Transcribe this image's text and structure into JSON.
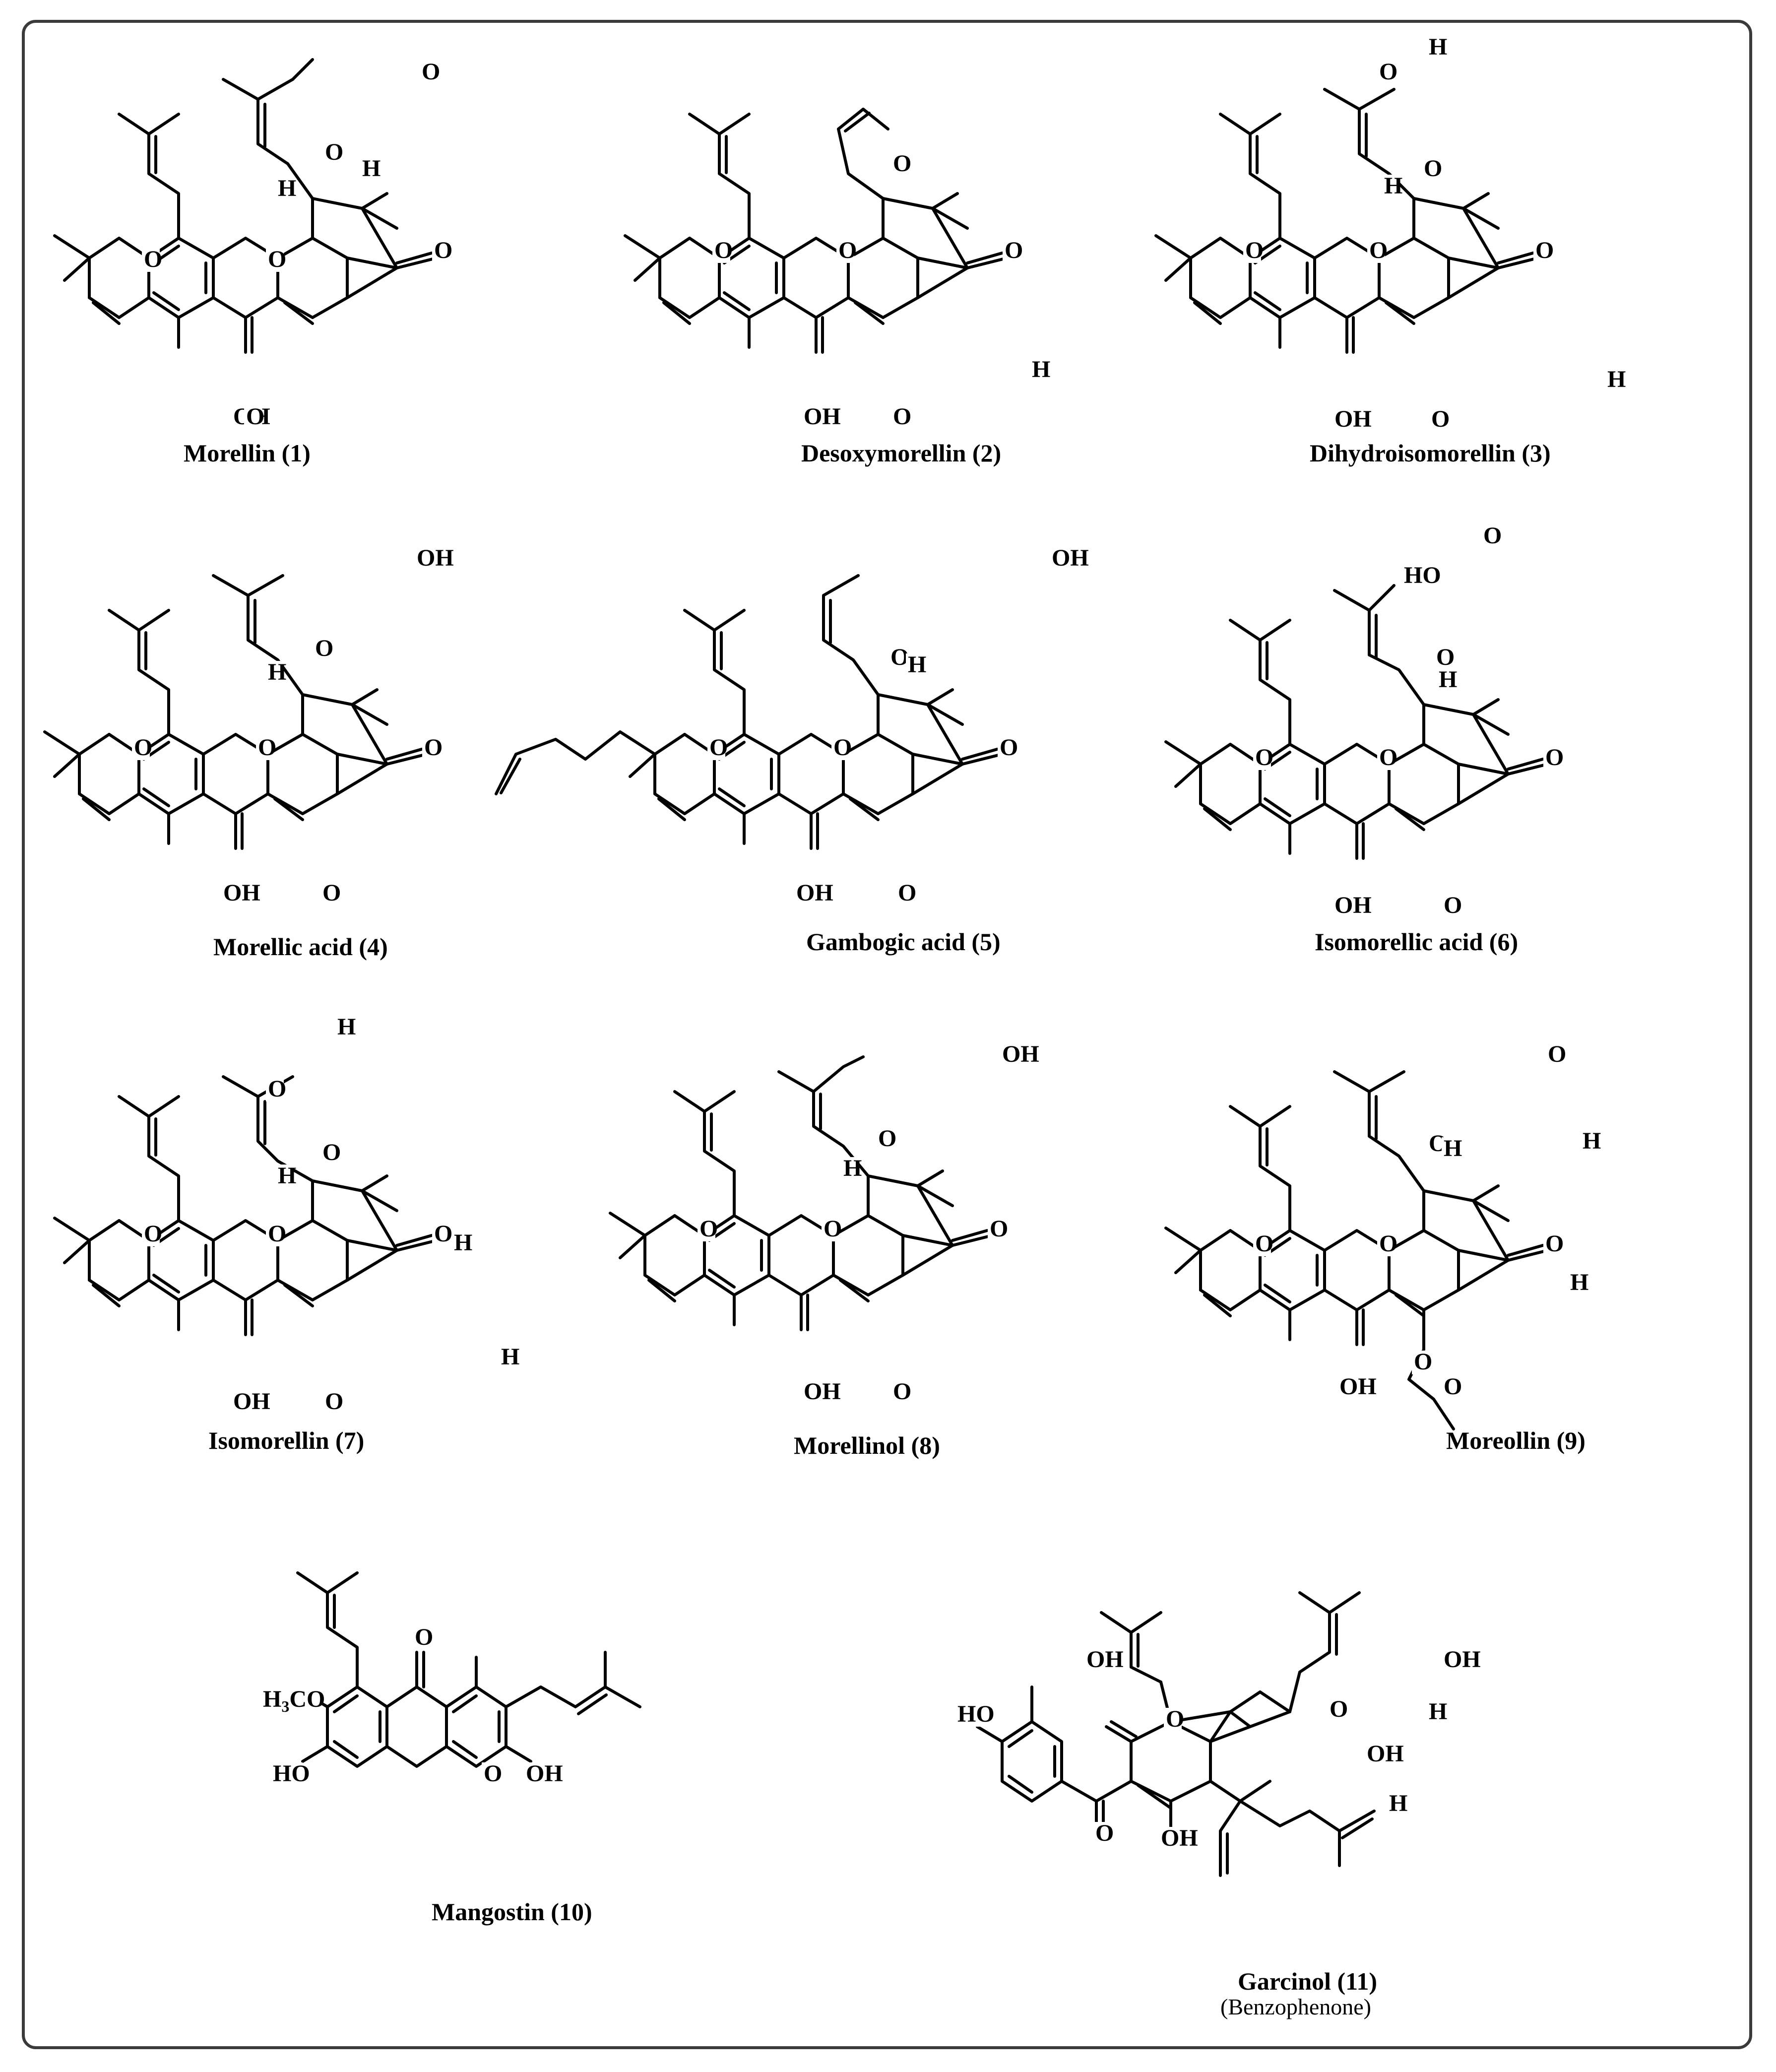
{
  "atoms": {
    "O": "O",
    "H": "H",
    "OH": "OH",
    "HO": "HO",
    "H3CO": "H3CO"
  },
  "compounds": [
    {
      "key": "c1",
      "name": "Morellin (1)"
    },
    {
      "key": "c2",
      "name": "Desoxymorellin (2)"
    },
    {
      "key": "c3",
      "name": "Dihydroisomorellin (3)"
    },
    {
      "key": "c4",
      "name": "Morellic acid (4)"
    },
    {
      "key": "c5",
      "name": "Gambogic acid (5)"
    },
    {
      "key": "c6",
      "name": "Isomorellic acid (6)"
    },
    {
      "key": "c7",
      "name": "Isomorellin (7)"
    },
    {
      "key": "c8",
      "name": "Morellinol (8)"
    },
    {
      "key": "c9",
      "name": "Moreollin (9)"
    },
    {
      "key": "c10",
      "name": "Mangostin (10)"
    },
    {
      "key": "c11",
      "name": "Garcinol (11)",
      "subtitle": "(Benzophenone)"
    }
  ]
}
